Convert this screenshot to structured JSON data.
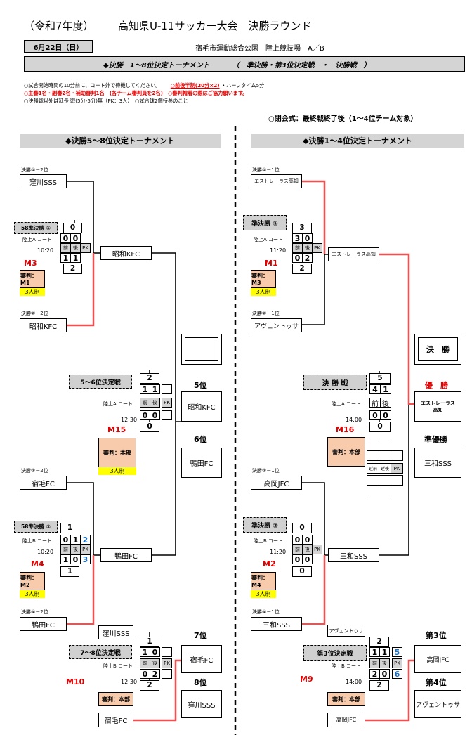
{
  "header": {
    "season": "（令和7年度）",
    "title": "高知県U-11サッカー大会　決勝ラウンド",
    "date": "6月22日（日）",
    "venue": "宿毛市運動総合公園　陸上競技場　A／B",
    "banner_left": "◆決勝　1～8位決定トーナメント",
    "banner_right": "（　準決勝・第3位決定戦　・　決勝戦　）"
  },
  "notes": {
    "n1a": "○試合開始時間の10分前に、コート外で待機してください。",
    "n1b": "○前後半制(20分×2)",
    "n1c": "・ハーフタイム5分",
    "n2": "○主審1名・副審2名・補助審判1名　(各チーム審判員を2名)　○審判帽着の際はご協力願います。",
    "n3": "○決勝戦以外は延長 戦(5分-5分)無（PK：3人）　○試合球2個持参のこと",
    "n4": "○閉会式：最終戦終了後（1～4位チーム対象）"
  },
  "left": {
    "title": "◆決勝5～8位決定トーナメント",
    "s1": {
      "src": "決勝①－2位",
      "team": "窪川SSS"
    },
    "s2": {
      "src": "決勝②－2位",
      "team": "昭和KFC"
    },
    "s3": {
      "src": "決勝③－2位",
      "team": "宿毛FC"
    },
    "s4": {
      "src": "決勝④－2位",
      "team": "鴨田FC"
    },
    "m3": {
      "tag": "58準決勝 ①",
      "court": "陸上A コート",
      "time": "10:20",
      "code": "M3",
      "ref": "審判：M1",
      "people": "3人制",
      "winner": "昭和KFC"
    },
    "m4": {
      "tag": "58準決勝 ②",
      "court": "陸上B コート",
      "time": "10:20",
      "code": "M4",
      "ref": "審判：M2",
      "people": "3人制",
      "winner": "鴨田FC"
    },
    "m15": {
      "tag": "5～6位決定戦",
      "court": "陸上A コート",
      "time": "12:30",
      "code": "M15",
      "ref": "審判：本部",
      "people": "3人制"
    },
    "m10": {
      "tag": "7～8位決定戦",
      "court": "陸上B コート",
      "time": "12:30",
      "code": "M10",
      "ref": "審判：本部",
      "p1": "窪川SSS",
      "p2": "宿毛FC"
    },
    "r5": {
      "label": "5位",
      "team": "昭和KFC"
    },
    "r6": {
      "label": "6位",
      "team": "鴨田FC"
    },
    "r7": {
      "label": "7位",
      "team": "宿毛FC"
    },
    "r8": {
      "label": "8位",
      "team": "窪川SSS"
    }
  },
  "right": {
    "title": "◆決勝1～4位決定トーナメント",
    "s1": {
      "src": "決勝①－1位",
      "team": "エストレーラス高知"
    },
    "s2": {
      "src": "決勝②－1位",
      "team": "アヴェントゥサ"
    },
    "s3": {
      "src": "決勝③－1位",
      "team": "高岡JFC"
    },
    "s4": {
      "src": "決勝④－1位",
      "team": "三和SSS"
    },
    "m1": {
      "tag": "準決勝 ①",
      "court": "陸上A コート",
      "time": "11:20",
      "code": "M1",
      "ref": "審判：M3",
      "people": "3人制",
      "winner": "エストレーラス高知"
    },
    "m2": {
      "tag": "準決勝 ②",
      "court": "陸上B コート",
      "time": "11:20",
      "code": "M2",
      "ref": "審判：M4",
      "people": "3人制",
      "winner": "三和SSS"
    },
    "m16": {
      "tag": "決 勝 戦",
      "court": "陸上A コート",
      "time": "14:00",
      "code": "M16",
      "ref": "審判：本部",
      "e1": "延前",
      "e2": "延後"
    },
    "m9": {
      "tag": "第3位決定戦",
      "court": "陸上B コート",
      "time": "14:00",
      "code": "M9",
      "ref": "審判：本部",
      "p1": "アヴェントゥサ",
      "p2": "高岡JFC"
    },
    "final": {
      "label": "決　勝",
      "champ": "優　勝",
      "champ_team": "エストレーラス高知",
      "runner": "準優勝",
      "runner_team": "三和SSS"
    },
    "r3": {
      "label": "第3位",
      "team": "高岡JFC"
    },
    "r4": {
      "label": "第4位",
      "team": "アヴェントゥサ"
    }
  },
  "score_labels": {
    "first": "前",
    "second": "後",
    "pk": "PK"
  },
  "scores": {
    "m3": {
      "top": "0",
      "a1": "0",
      "a2": "0",
      "b1": "1",
      "b2": "1",
      "bot": "2"
    },
    "m4": {
      "top": "1",
      "a1": "0",
      "a2": "1",
      "pk1": "2",
      "b1": "1",
      "b2": "0",
      "pk2": "3",
      "bot": "1"
    },
    "m15": {
      "top": "2",
      "a1": "1",
      "a2": "1",
      "b1": "0",
      "b2": "0",
      "bot": "0"
    },
    "m10": {
      "top": "1",
      "a1": "1",
      "a2": "0",
      "b1": "0",
      "b2": "2",
      "bot": "2"
    },
    "m1": {
      "top": "3",
      "a1": "3",
      "a2": "0",
      "b1": "0",
      "b2": "2",
      "bot": "2"
    },
    "m2": {
      "top": "0",
      "a1": "0",
      "a2": "0",
      "b1": "0",
      "b2": "0",
      "bot": "0"
    },
    "m16": {
      "top": "5",
      "a1": "4",
      "a2": "1",
      "b1": "0",
      "b2": "0",
      "bot": "0"
    },
    "m9": {
      "top": "2",
      "a1": "1",
      "a2": "1",
      "pk1": "5",
      "b1": "2",
      "b2": "0",
      "pk2": "6",
      "bot": "2"
    }
  }
}
